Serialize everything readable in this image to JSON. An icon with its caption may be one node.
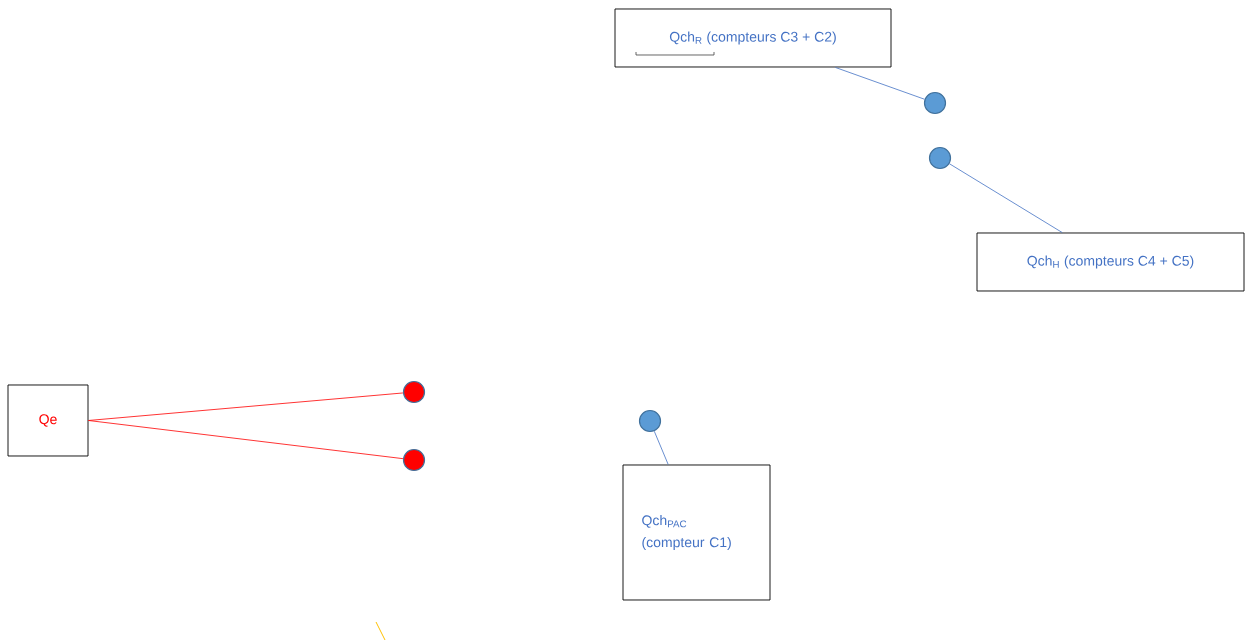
{
  "diagram": {
    "nodes": [
      {
        "text": [
          "Qch$_{R}$ (compteurs C3 + C2)"
        ]
      },
      {
        "text": [],
        "shape": "circle"
      },
      {
        "text": [],
        "shape": "circle"
      },
      {
        "text": [
          "Qch$_{H}$ (compteurs C4 + C5)"
        ]
      },
      {
        "text": [
          "Qe"
        ]
      },
      {
        "text": [],
        "shape": "circle"
      },
      {
        "text": [],
        "shape": "circle"
      },
      {
        "text": [],
        "shape": "circle"
      },
      {
        "text": [
          "Qch$_{PAC}$ (compteur C1)"
        ]
      }
    ],
    "edges": [
      {
        "from": 0,
        "to": 1,
        "arrow": "none"
      },
      {
        "from": 2,
        "to": 3,
        "arrow": "none"
      },
      {
        "from": 4,
        "to": 5,
        "arrow": "none",
        "color": "#ff0000"
      },
      {
        "from": 4,
        "to": 6,
        "arrow": "none",
        "color": "#ff0000"
      },
      {
        "from": 7,
        "to": 8,
        "arrow": "none"
      }
    ]
  }
}
